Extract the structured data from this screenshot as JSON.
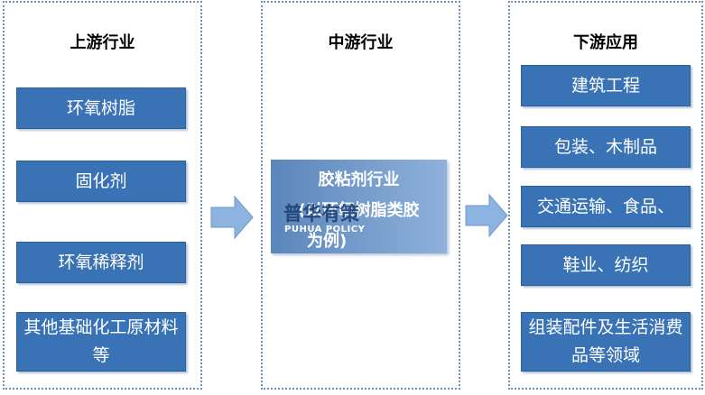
{
  "upstream": {
    "title": "上游行业",
    "items": [
      "环氧树脂",
      "固化剂",
      "环氧稀释剂",
      "其他基础化工原材料等"
    ]
  },
  "midstream": {
    "title": "中游行业",
    "center_line1": "胶粘剂行业",
    "center_line2": "(以环氧树脂类胶",
    "center_line3": "为例)"
  },
  "downstream": {
    "title": "下游应用",
    "items": [
      "建筑工程",
      "包装、木制品",
      "交通运输、食品、",
      "鞋业、纺织",
      "组装配件及生活消费品等领域"
    ]
  },
  "watermark": {
    "cn": "普华有策",
    "en": "PUHUA POLICY"
  },
  "colors": {
    "box_fill": "#3a73b5",
    "panel_border": "#6f8fb5",
    "arrow_fill": "#8db4e0"
  }
}
